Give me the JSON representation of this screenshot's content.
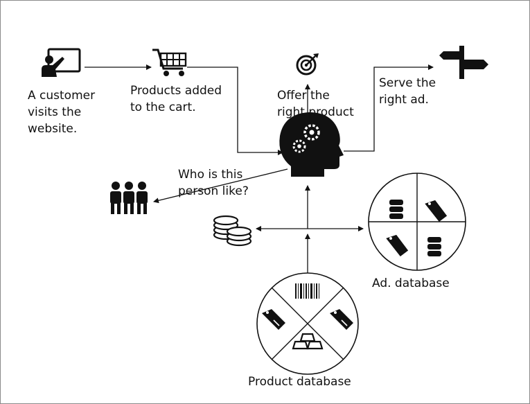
{
  "labels": {
    "customer": "A customer\nvisits the\nwebsite.",
    "cart": "Products added\nto the cart.",
    "offer": "Offer the\nright product",
    "serve": "Serve the\nright ad.",
    "who": "Who is this\nperson like?",
    "ad_db": "Ad. database",
    "product_db": "Product database"
  },
  "icons": {
    "presenter": "presenter-board-icon",
    "cart": "shopping-cart-icon",
    "target": "target-icon",
    "signpost": "signpost-icon",
    "brain": "head-gears-icon",
    "people": "people-group-icon",
    "coins": "coin-stacks-icon"
  }
}
